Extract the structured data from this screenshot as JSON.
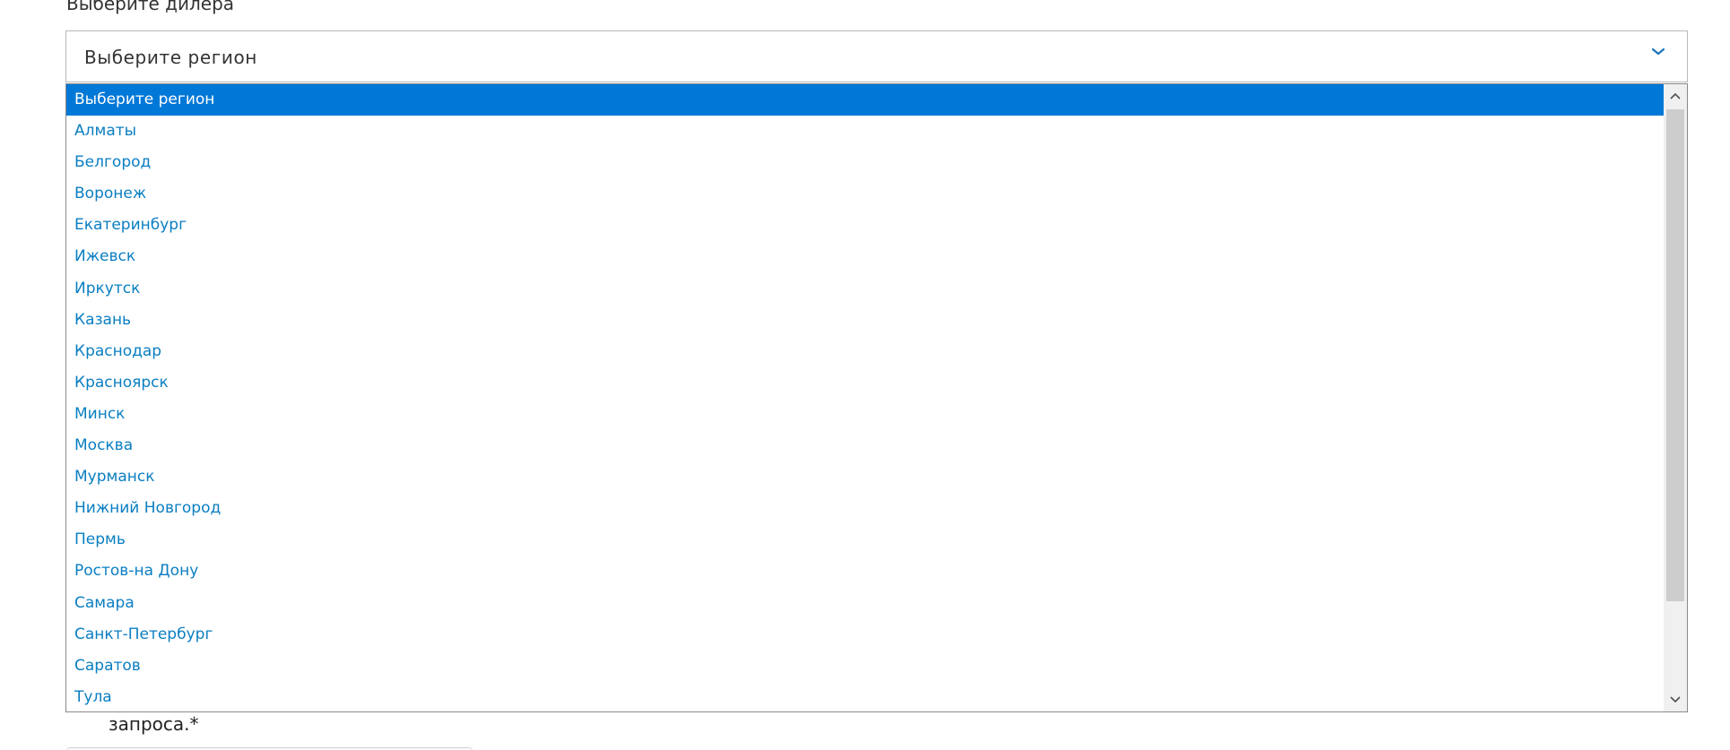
{
  "dealer_label": "Выберите дилера",
  "select": {
    "value": "Выберите регион"
  },
  "dropdown": {
    "options": [
      "Выберите регион",
      "Алматы",
      "Белгород",
      "Воронеж",
      "Екатеринбург",
      "Ижевск",
      "Иркутск",
      "Казань",
      "Краснодар",
      "Красноярск",
      "Минск",
      "Москва",
      "Мурманск",
      "Нижний Новгород",
      "Пермь",
      "Ростов-на Дону",
      "Самара",
      "Санкт-Петербург",
      "Саратов",
      "Тула"
    ],
    "selected_index": 0
  },
  "request_text": "запроса.*",
  "colors": {
    "selected_bg": "#0078d7",
    "option_text": "#0a7ec2",
    "chevron": "#1b75bb"
  },
  "icons": {
    "chevron": "chevron-down-icon",
    "scroll_up": "scroll-up-arrow-icon",
    "scroll_down": "scroll-down-arrow-icon"
  }
}
